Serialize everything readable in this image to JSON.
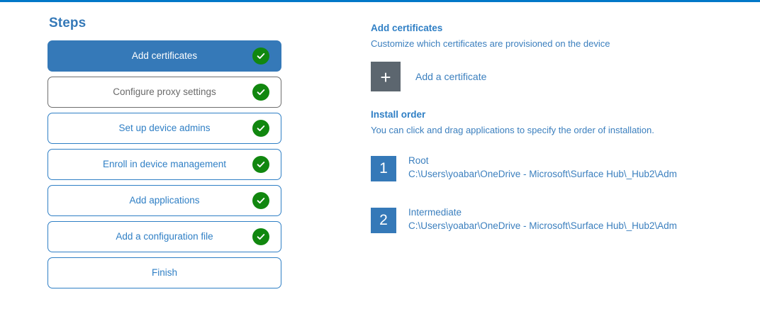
{
  "theme": {
    "accent_blue": "#3579b8",
    "link_blue": "#2f7fc5",
    "check_green": "#11870f",
    "tile_gray": "#5c666f",
    "top_rule": "#0078c8"
  },
  "steps_panel": {
    "title": "Steps",
    "items": [
      {
        "label": "Add certificates",
        "state": "selected",
        "complete": true
      },
      {
        "label": "Configure proxy settings",
        "state": "hovered",
        "complete": true
      },
      {
        "label": "Set up device admins",
        "state": "normal",
        "complete": true
      },
      {
        "label": "Enroll in device management",
        "state": "normal",
        "complete": true
      },
      {
        "label": "Add applications",
        "state": "normal",
        "complete": true
      },
      {
        "label": "Add a configuration file",
        "state": "normal",
        "complete": true
      },
      {
        "label": "Finish",
        "state": "normal",
        "complete": false
      }
    ]
  },
  "detail_panel": {
    "heading": "Add certificates",
    "subheading": "Customize which certificates are provisioned on the device",
    "add_certificate": {
      "icon": "plus-icon",
      "glyph": "+",
      "label": "Add a certificate"
    },
    "install_order": {
      "heading": "Install order",
      "subheading": "You can click and drag applications to specify the order of installation.",
      "items": [
        {
          "number": "1",
          "name": "Root",
          "path": "C:\\Users\\yoabar\\OneDrive - Microsoft\\Surface Hub\\_Hub2\\Adm"
        },
        {
          "number": "2",
          "name": "Intermediate",
          "path": "C:\\Users\\yoabar\\OneDrive - Microsoft\\Surface Hub\\_Hub2\\Adm"
        }
      ]
    }
  }
}
